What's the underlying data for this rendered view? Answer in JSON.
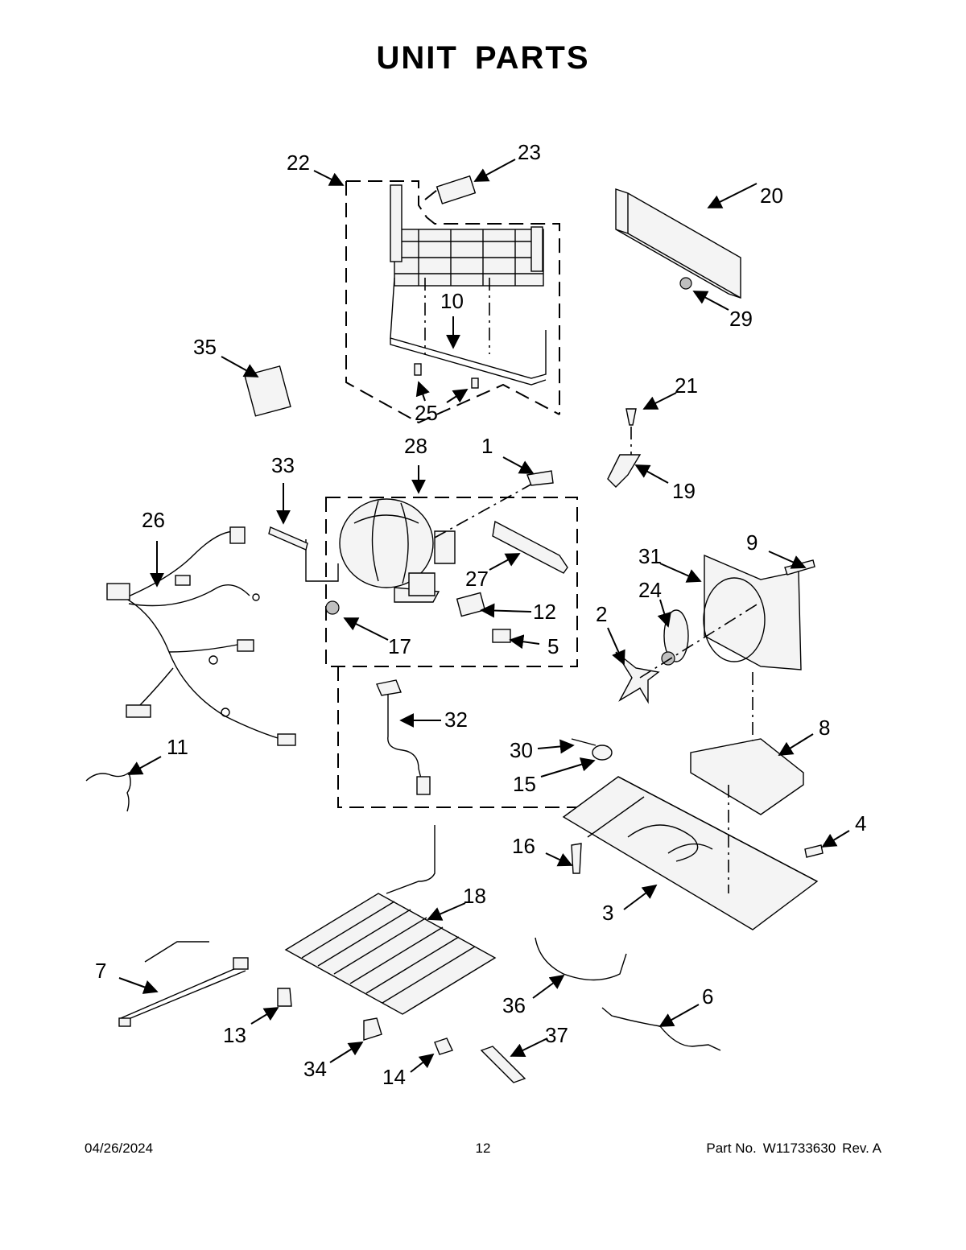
{
  "page": {
    "title": "UNIT  PARTS",
    "footer": {
      "date": "04/26/2024",
      "page_number": "12",
      "part_label": "Part No.",
      "part_number": "W11733630",
      "revision": "Rev.  A"
    }
  },
  "callouts": [
    "1",
    "2",
    "3",
    "4",
    "5",
    "6",
    "7",
    "8",
    "9",
    "10",
    "11",
    "12",
    "13",
    "14",
    "15",
    "16",
    "17",
    "18",
    "19",
    "20",
    "21",
    "22",
    "23",
    "24",
    "25",
    "26",
    "27",
    "28",
    "29",
    "30",
    "31",
    "32",
    "33",
    "34",
    "35",
    "36",
    "37"
  ]
}
